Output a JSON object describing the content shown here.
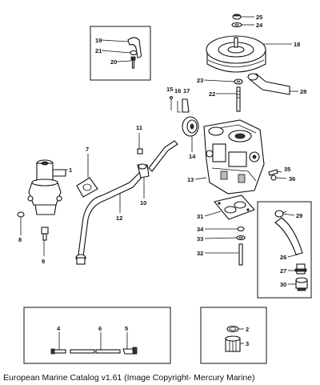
{
  "caption": "European Marine Catalog v1.61 (Image Copyright- Mercury Marine)",
  "callouts": [
    "1",
    "2",
    "3",
    "4",
    "5",
    "6",
    "7",
    "8",
    "9",
    "10",
    "11",
    "12",
    "13",
    "14",
    "15",
    "16",
    "17",
    "18",
    "19",
    "20",
    "21",
    "22",
    "23",
    "24",
    "25",
    "26",
    "27",
    "28",
    "29",
    "30",
    "31",
    "32",
    "33",
    "34",
    "35",
    "36"
  ]
}
